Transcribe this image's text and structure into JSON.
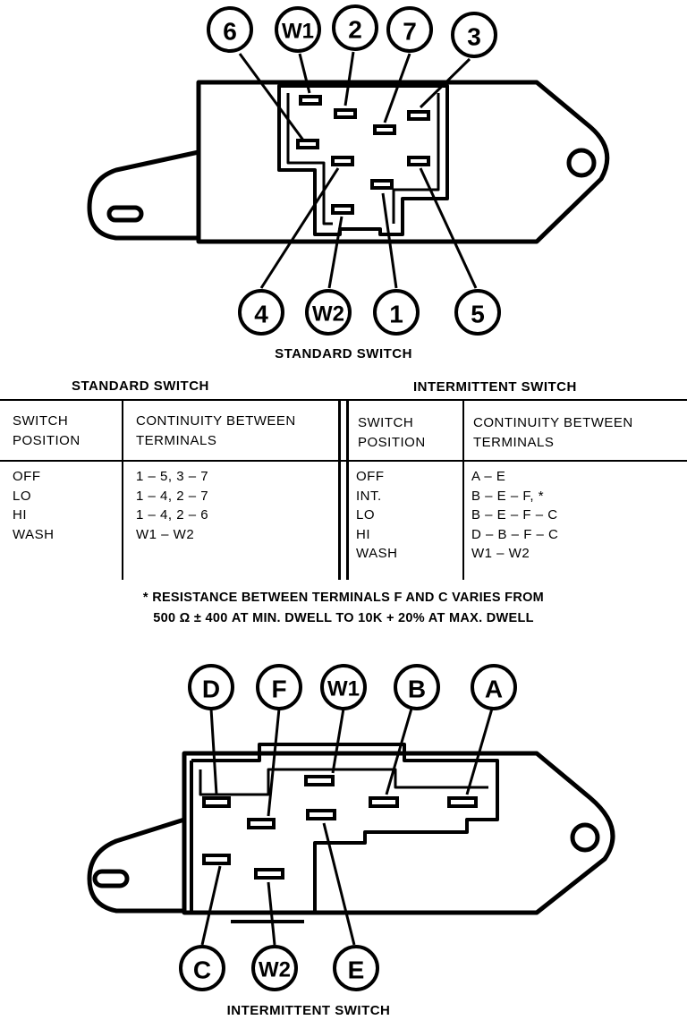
{
  "standard_diagram": {
    "terminals_top": [
      "6",
      "W1",
      "2",
      "7",
      "3"
    ],
    "terminals_bottom": [
      "4",
      "W2",
      "1",
      "5"
    ],
    "caption": "STANDARD SWITCH"
  },
  "tables": {
    "standard": {
      "heading": "STANDARD SWITCH",
      "col1_header": [
        "SWITCH",
        "POSITION"
      ],
      "col2_header": [
        "CONTINUITY BETWEEN",
        "TERMINALS"
      ],
      "rows": [
        {
          "position": "OFF",
          "continuity": "1 – 5, 3 – 7"
        },
        {
          "position": "LO",
          "continuity": "1 – 4, 2 – 7"
        },
        {
          "position": "HI",
          "continuity": "1 – 4, 2 – 6"
        },
        {
          "position": "WASH",
          "continuity": "W1 – W2"
        }
      ]
    },
    "intermittent": {
      "heading": "INTERMITTENT SWITCH",
      "col1_header": [
        "SWITCH",
        "POSITION"
      ],
      "col2_header": [
        "CONTINUITY BETWEEN",
        "TERMINALS"
      ],
      "rows": [
        {
          "position": "OFF",
          "continuity": "A – E"
        },
        {
          "position": "INT.",
          "continuity": "B – E – F, *"
        },
        {
          "position": "LO",
          "continuity": "B – E – F – C"
        },
        {
          "position": "HI",
          "continuity": "D – B – F – C"
        },
        {
          "position": "WASH",
          "continuity": "W1 – W2"
        }
      ]
    }
  },
  "note": {
    "line1": "*   RESISTANCE BETWEEN TERMINALS F AND C VARIES FROM",
    "line2": "500 Ω ± 400 AT MIN. DWELL TO 10K + 20% AT MAX. DWELL"
  },
  "intermittent_diagram": {
    "terminals_top": [
      "D",
      "F",
      "W1",
      "B",
      "A"
    ],
    "terminals_bottom": [
      "C",
      "W2",
      "E"
    ],
    "caption": "INTERMITTENT SWITCH"
  }
}
